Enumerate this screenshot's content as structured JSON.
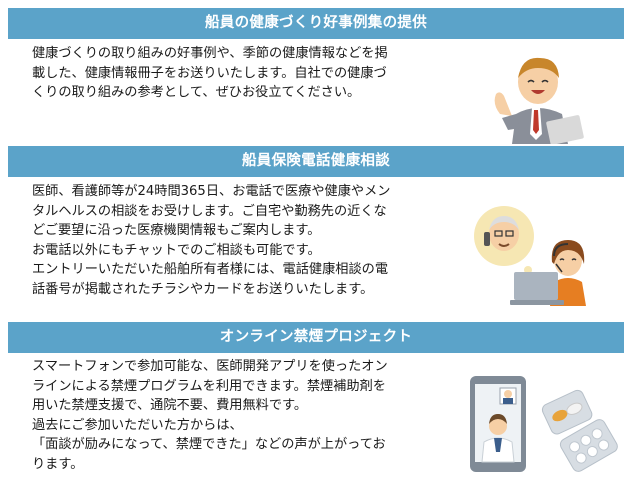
{
  "sections": [
    {
      "title": "船員の健康づくり好事例集の提供",
      "lines": [
        "健康づくりの取り組みの好事例や、季節の健康情報などを掲",
        "載した、健康情報冊子をお送りいたします。自社での健康づ",
        "くりの取り組みの参考として、ぜひお役立てください。"
      ],
      "illustration": "businessman-presenting-icon"
    },
    {
      "title": "船員保険電話健康相談",
      "lines": [
        "医師、看護師等が24時間365日、お電話で医療や健康やメン",
        "タルヘルスの相談をお受けします。ご自宅や勤務先の近くな",
        "どご要望に沿った医療機関情報もご案内します。",
        "お電話以外にもチャットでのご相談も可能です。",
        "エントリーいただいた船舶所有者様には、電話健康相談の電",
        "話番号が掲載されたチラシやカードをお送りいたします。"
      ],
      "illustration": "phone-consultation-icon"
    },
    {
      "title": "オンライン禁煙プロジェクト",
      "lines": [
        "スマートフォンで参加可能な、医師開発アプリを使ったオン",
        "ラインによる禁煙プログラムを利用できます。禁煙補助剤を",
        "用いた禁煙支援で、通院不要、費用無料です。",
        "過去にご参加いただいた方からは、",
        "「面談が励みになって、禁煙できた」などの声が上がってお",
        "ります。"
      ],
      "illustration": "smartphone-doctor-pills-icon"
    }
  ],
  "colors": {
    "header_bg": "#5ba3c9",
    "header_text": "#ffffff"
  }
}
